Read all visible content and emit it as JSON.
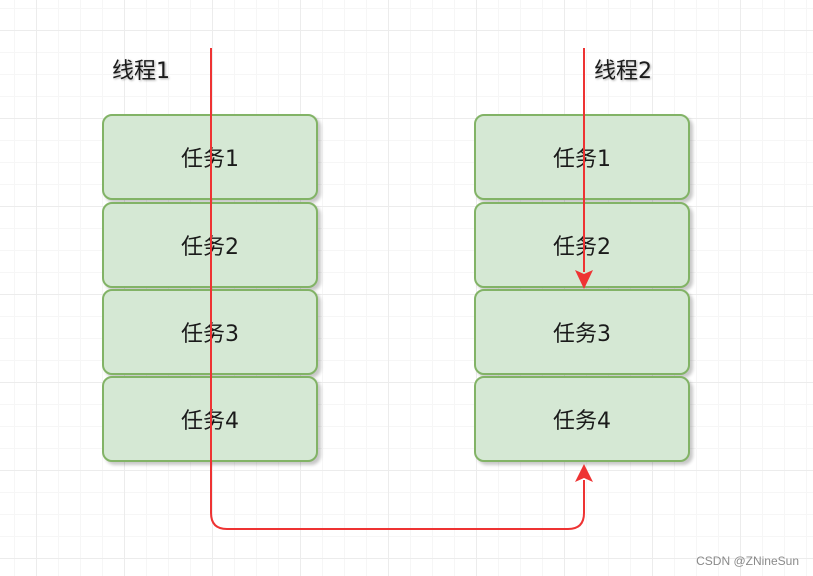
{
  "threads": [
    {
      "label": "线程1",
      "tasks": [
        "任务1",
        "任务2",
        "任务3",
        "任务4"
      ]
    },
    {
      "label": "线程2",
      "tasks": [
        "任务1",
        "任务2",
        "任务3",
        "任务4"
      ]
    }
  ],
  "watermark": "CSDN @ZNineSun",
  "colors": {
    "task_fill": "#d5e8d4",
    "task_border": "#82b366",
    "arrow": "#ee3333"
  }
}
